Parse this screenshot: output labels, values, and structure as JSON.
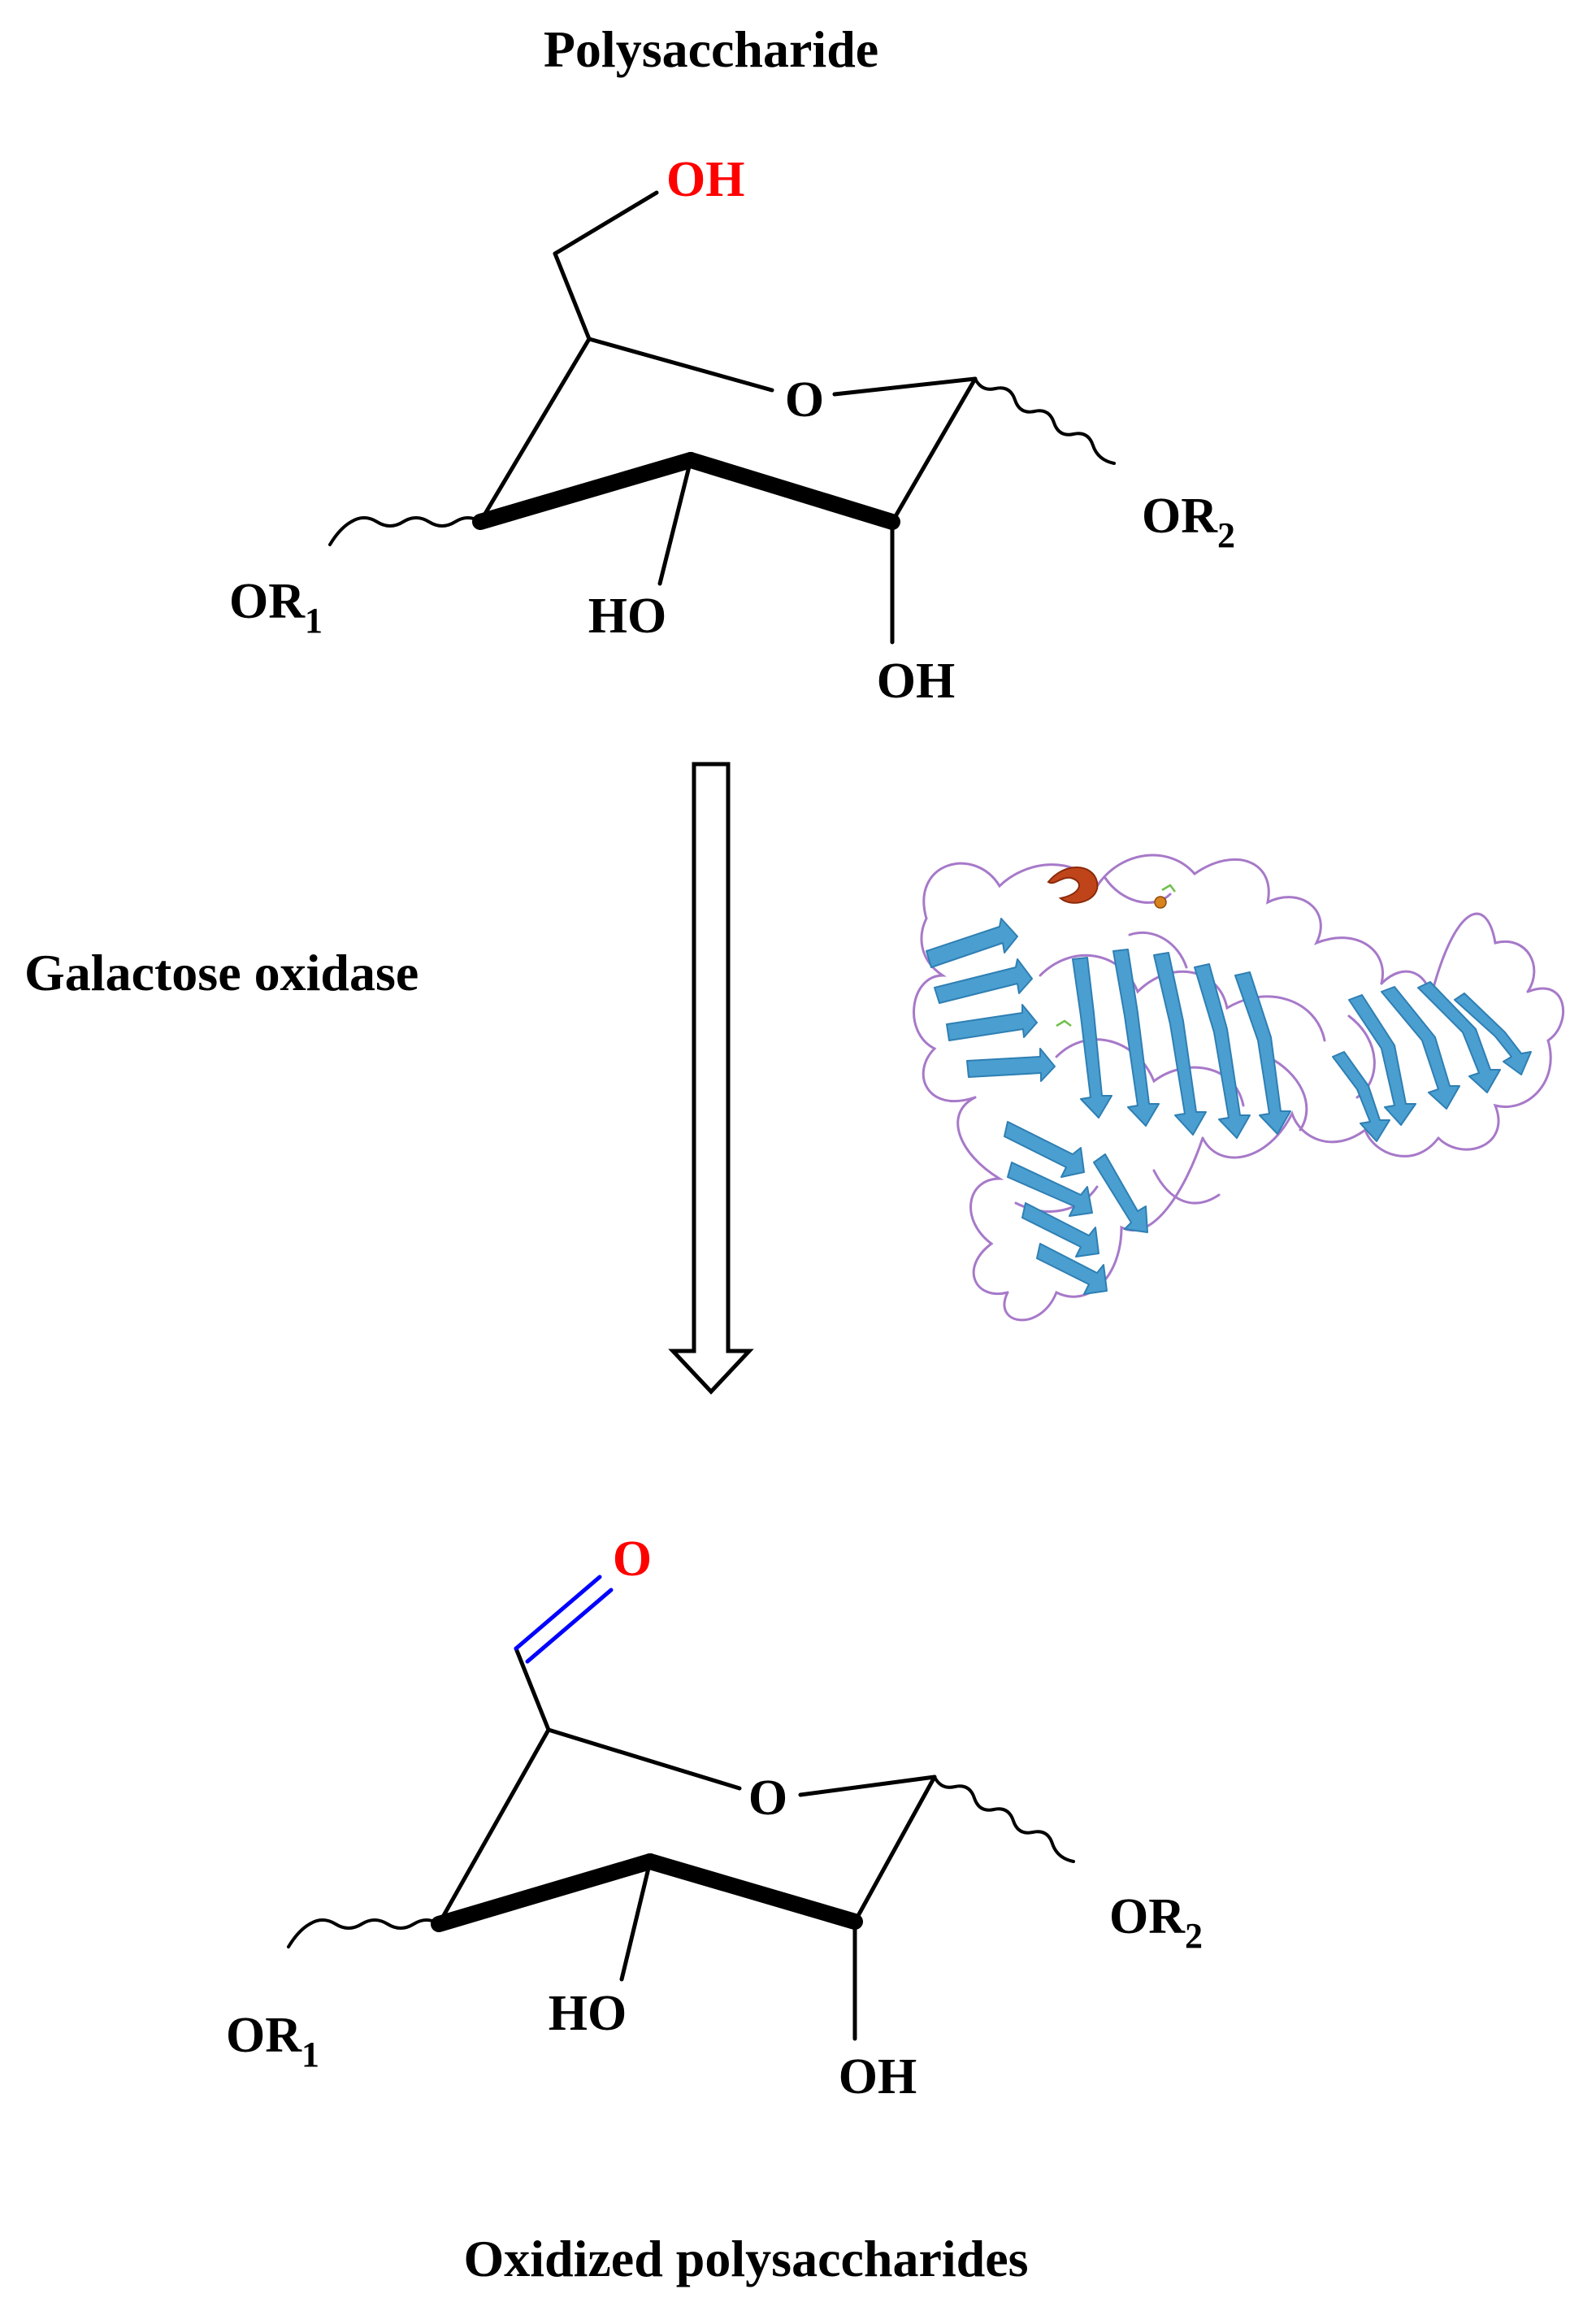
{
  "title": "Polysaccharide",
  "reagent": "Galactose oxidase",
  "product_title": "Oxidized polysaccharides",
  "top_molecule": {
    "hydroxymethyl": "OH",
    "ring_oxygen": "O",
    "sub_left": {
      "main": "OR",
      "index": "1"
    },
    "sub_right": {
      "main": "OR",
      "index": "2"
    },
    "hydroxyl_c3": "HO",
    "hydroxyl_c2": "OH"
  },
  "bottom_molecule": {
    "aldehyde_oxygen": "O",
    "ring_oxygen": "O",
    "sub_left": {
      "main": "OR",
      "index": "1"
    },
    "sub_right": {
      "main": "OR",
      "index": "2"
    },
    "hydroxyl_c3": "HO",
    "hydroxyl_c2": "OH"
  },
  "colors": {
    "ink": "#000000",
    "highlight_oxygen": "#ff0000",
    "double_bond": "#0000ff",
    "strand": "#4a9fd0",
    "strand_dark": "#2f7fb3",
    "loop": "#a779c9",
    "helix": "#c0441a"
  },
  "icons": {
    "arrow": "down-arrow-icon",
    "enzyme": "protein-ribbon-structure"
  }
}
